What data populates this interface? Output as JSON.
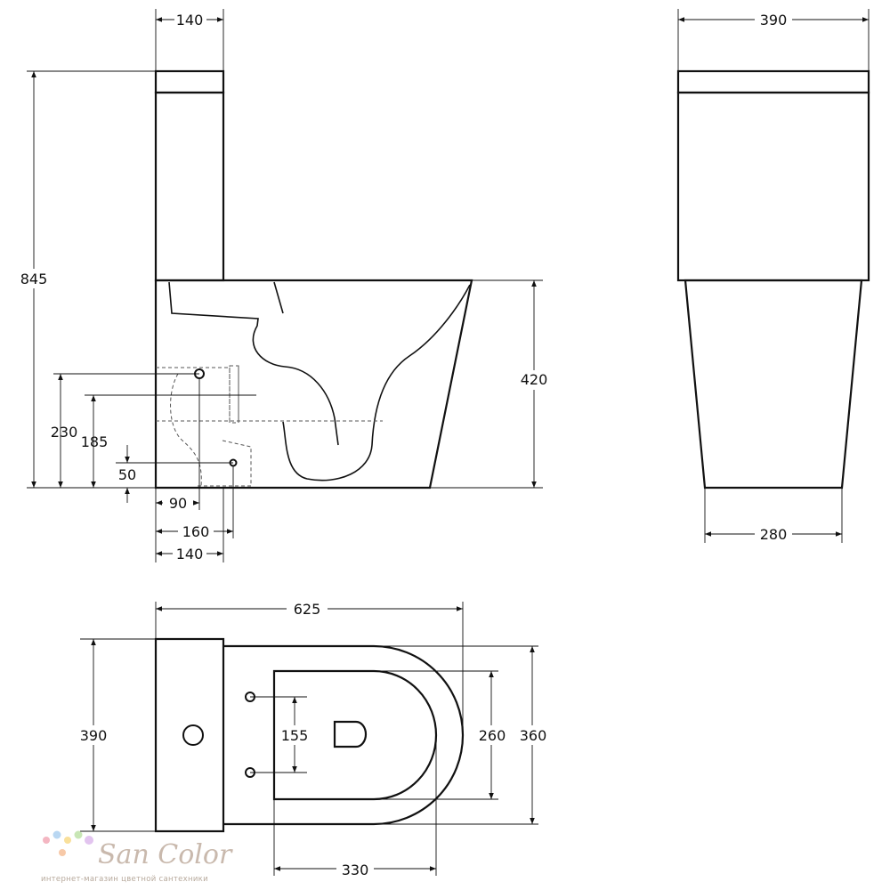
{
  "side_view": {
    "dims": {
      "tank_depth": "140",
      "total_height": "845",
      "bowl_height": "420",
      "outlet_height_a": "230",
      "outlet_height_b": "185",
      "fixing_height": "50",
      "offset_a": "90",
      "offset_b": "160",
      "offset_c": "140"
    }
  },
  "front_view": {
    "dims": {
      "tank_width": "390",
      "base_width": "280"
    }
  },
  "top_view": {
    "dims": {
      "total_length": "625",
      "tank_width": "390",
      "hole_spacing": "155",
      "seat_width": "260",
      "bowl_width": "360",
      "seat_length": "330"
    }
  },
  "watermark": {
    "brand": "San Color",
    "tagline": "интернет-магазин цветной сантехники",
    "dot_colors": [
      "#f4b6c2",
      "#b9d7f2",
      "#f9e09b",
      "#c8e6b5",
      "#e2c4ef",
      "#f7c9a8"
    ]
  }
}
